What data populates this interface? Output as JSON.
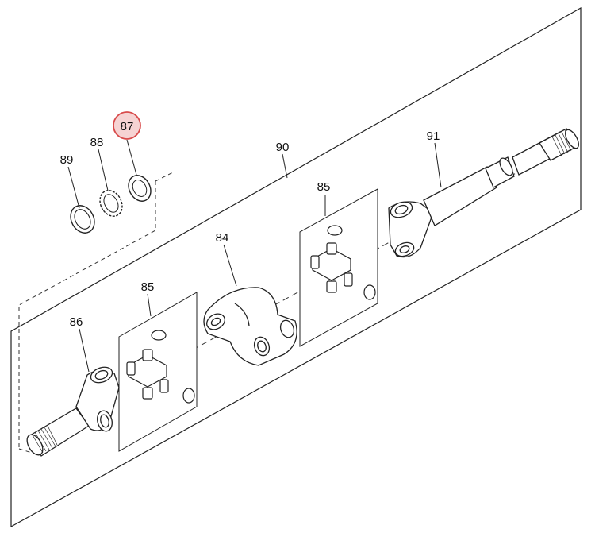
{
  "diagram": {
    "callouts": {
      "c87": "87",
      "c88": "88",
      "c89": "89",
      "c90": "90",
      "c91": "91",
      "c85_top": "85",
      "c84": "84",
      "c85_bottom": "85",
      "c86": "86"
    },
    "highlight_color": "#d84a4a",
    "highlight_fill": "#f6d3d3",
    "selected_callout": "87"
  }
}
